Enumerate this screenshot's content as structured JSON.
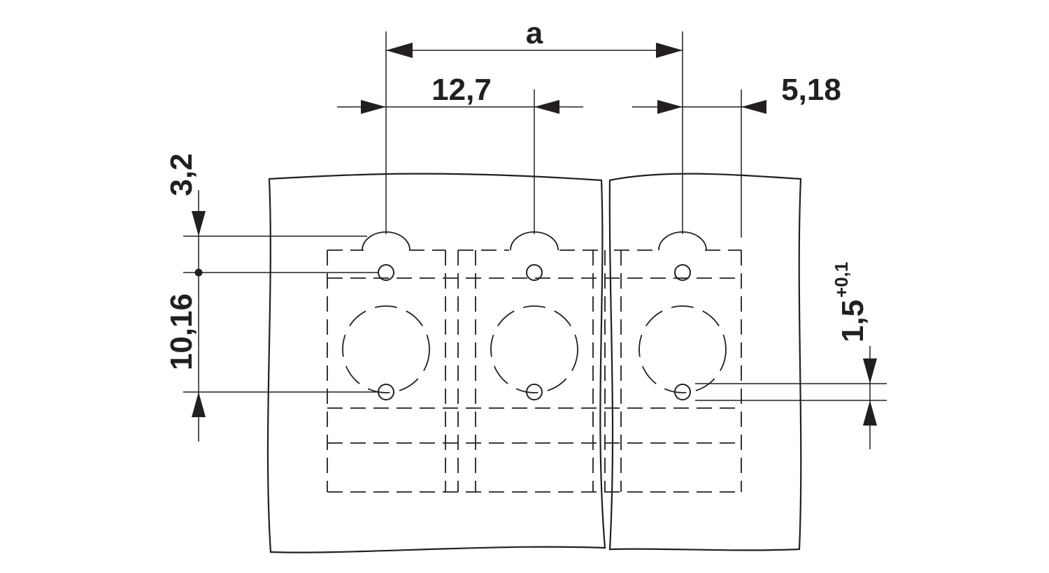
{
  "drawing": {
    "dimensions": {
      "pitch_group": "a",
      "pitch": "12,7",
      "edge_offset": "5,18",
      "top_offset": "3,2",
      "row_spacing": "10,16",
      "hole_diameter": "1,5",
      "hole_tolerance": "+0,1"
    },
    "colors": {
      "line": "#231f20",
      "background": "#ffffff"
    }
  }
}
